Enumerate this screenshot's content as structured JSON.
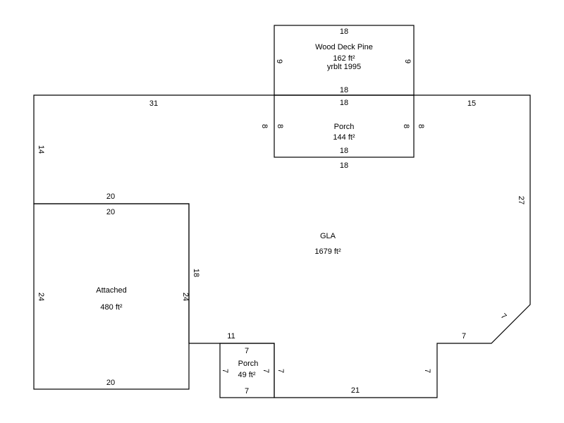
{
  "areas": {
    "gla": {
      "name": "GLA",
      "area": "1679 ft²"
    },
    "garage": {
      "name": "Attached",
      "area": "480 ft²"
    },
    "deck": {
      "name": "Wood Deck Pine",
      "area": "162 ft²",
      "note": "yrblt 1995"
    },
    "porch_top": {
      "name": "Porch",
      "area": "144 ft²"
    },
    "porch_bottom": {
      "name": "Porch",
      "area": "49 ft²"
    }
  },
  "dimensions": {
    "gla_top_left": "31",
    "gla_top_right": "15",
    "gla_left_upper": "14",
    "gla_right": "27",
    "gla_diag": "7",
    "gla_bottom_right_top": "7",
    "gla_notch_side": "7",
    "gla_bottom": "21",
    "gla_porch_right": "7",
    "gla_step": "11",
    "gla_garage_side": "18",
    "gla_garage_top": "20",
    "gla_porch_bottom": "18",
    "gla_porch_left": "8",
    "gla_porch_right_side": "8",
    "garage_top": "20",
    "garage_bottom": "20",
    "garage_left": "24",
    "garage_right": "24",
    "deck_top": "18",
    "deck_bottom": "18",
    "deck_left": "9",
    "deck_right": "9",
    "porch_top_top": "18",
    "porch_top_bottom": "18",
    "porch_top_left": "8",
    "porch_top_right": "8",
    "porch_bot_top": "7",
    "porch_bot_bottom": "7",
    "porch_bot_left": "7",
    "porch_bot_right": "7"
  }
}
